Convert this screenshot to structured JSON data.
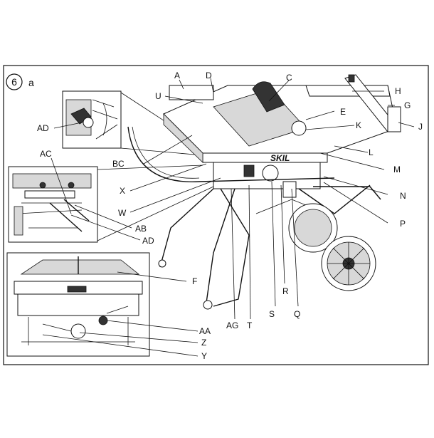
{
  "figure": {
    "number": "6",
    "sub": "a"
  },
  "callouts": {
    "A": "A",
    "B": "",
    "C": "C",
    "D": "D",
    "E": "E",
    "G": "G",
    "H": "H",
    "J": "J",
    "K": "K",
    "L": "L",
    "M": "M",
    "N": "N",
    "P": "P",
    "Q": "Q",
    "R": "R",
    "S": "S",
    "T": "T",
    "U": "U",
    "W": "W",
    "X": "X",
    "AG": "AG",
    "BC": "BC",
    "AD_top": "AD",
    "AC": "AC",
    "AB": "AB",
    "AD_mid": "AD",
    "F": "F",
    "AA": "AA",
    "Z": "Z",
    "Y": "Y"
  },
  "brand": {
    "logo_text": "SKIL"
  },
  "colors": {
    "line": "#111111",
    "background": "#ffffff",
    "shade": "#d8d8d8"
  }
}
